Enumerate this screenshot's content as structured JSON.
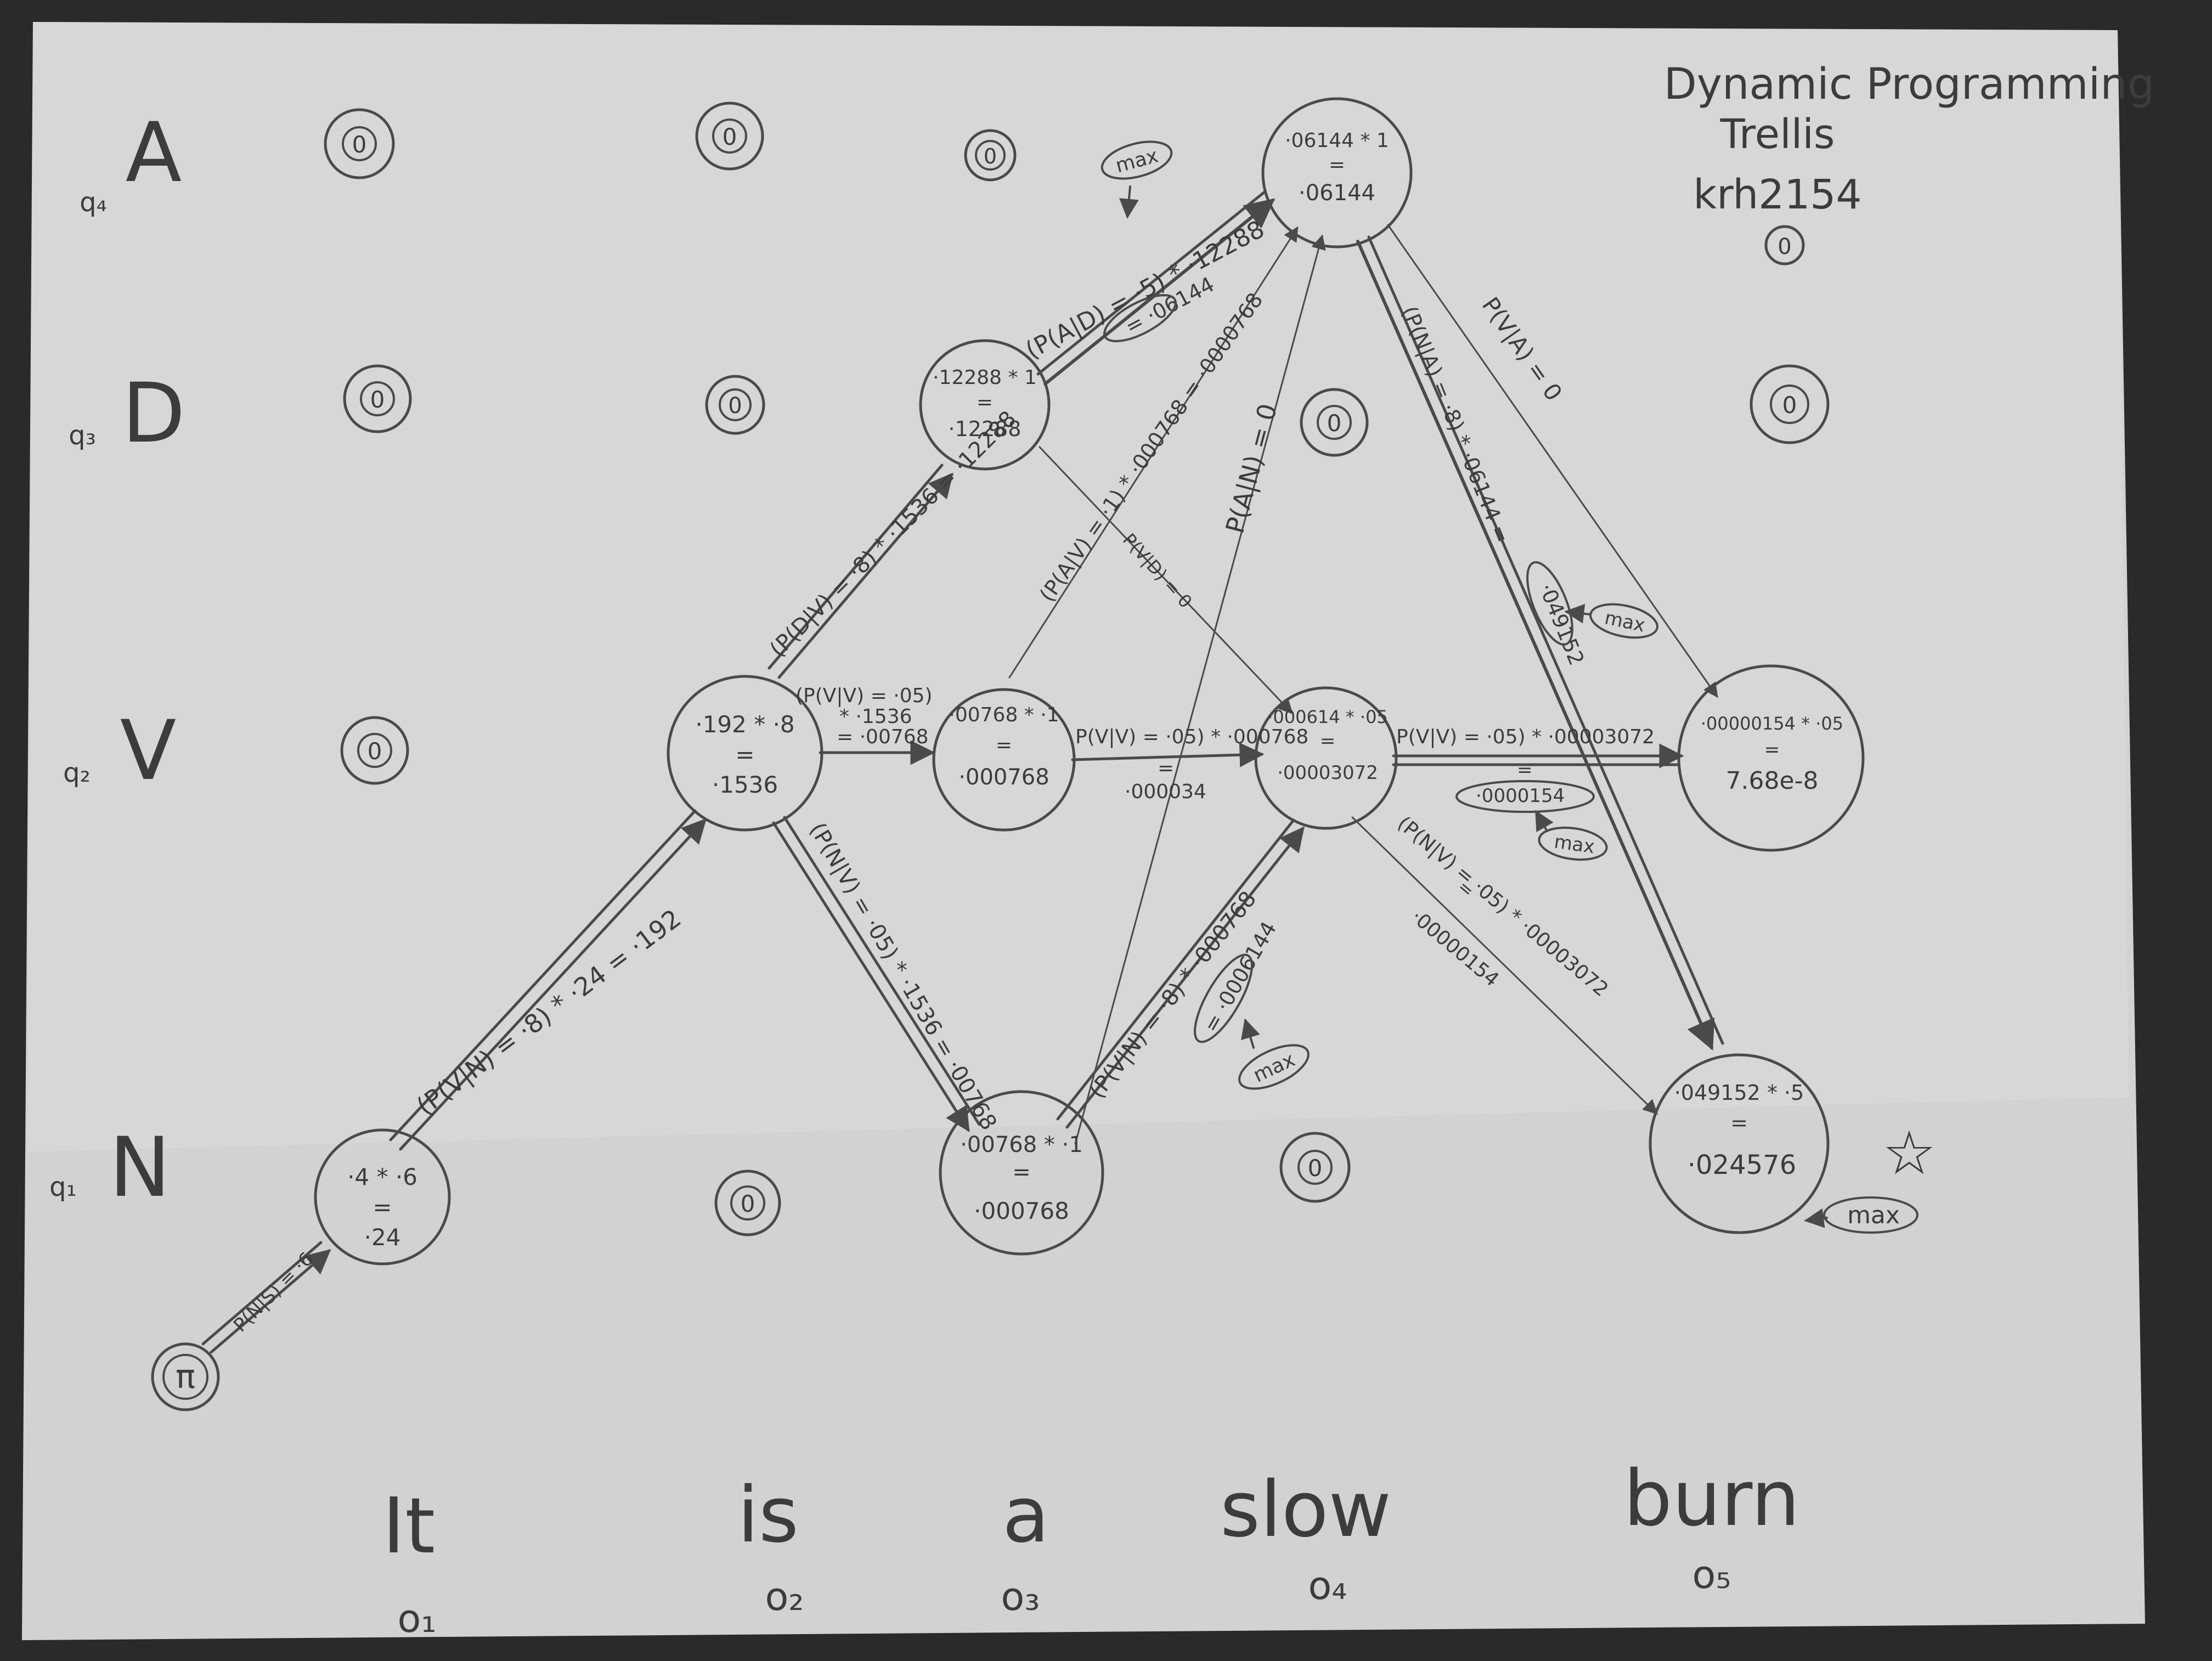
{
  "title": {
    "line1": "Dynamic Programming",
    "line2": "Trellis",
    "author": "krh2154",
    "marker": "0"
  },
  "states": [
    {
      "label": "A",
      "q": "q₄"
    },
    {
      "label": "D",
      "q": "q₃"
    },
    {
      "label": "V",
      "q": "q₂"
    },
    {
      "label": "N",
      "q": "q₁"
    }
  ],
  "observations": [
    {
      "word": "It",
      "o": "o₁"
    },
    {
      "word": "is",
      "o": "o₂"
    },
    {
      "word": "a",
      "o": "o₃"
    },
    {
      "word": "slow",
      "o": "o₄"
    },
    {
      "word": "burn",
      "o": "o₅"
    }
  ],
  "zero_label": "0",
  "pi_label": "π",
  "cells": {
    "n1": [
      "·4 * ·6",
      "=",
      "·24"
    ],
    "v2": [
      "·192 * ·8",
      "=",
      "·1536"
    ],
    "d3": [
      "·12288 * 1",
      "=",
      "·12288"
    ],
    "v3": [
      "·00768 * ·1",
      "=",
      "·000768"
    ],
    "n3": [
      "·00768 * ·1",
      "=",
      "·000768"
    ],
    "a4": [
      "·06144 * 1",
      "=",
      "·06144"
    ],
    "v4": [
      "·000614 * ·05",
      "=",
      "·00003072"
    ],
    "v5": [
      "·00000154 * ·05",
      "=",
      "7.68e-8"
    ],
    "n5": [
      "·049152 * ·5",
      "=",
      "·024576"
    ]
  },
  "edge_labels": {
    "pi_n": "P(N|S) = ·6",
    "n1_v2": "(P(V|N) = ·8) * ·24 = ·192",
    "v2_d3": "(P(D|V) = ·8) * ·1536 = ·12288",
    "v2_v3": [
      "(P(V|V) = ·05)",
      "* ·1536",
      "= ·00768"
    ],
    "v2_n3": "(P(N|V) = ·05) * ·1536 = ·00768",
    "d3_a4": "(P(A|D) = ·5) * ·12288",
    "d3_a4_result": "= ·06144",
    "v3_a4": "(P(A|V) = ·1) * ·000768 = ·0000768",
    "d3_v4": "P(V|D) = 0",
    "n3_a4": "P(A|N) = 0",
    "v3_v4": "P(V|V) = ·05) * ·000768",
    "v3_v4_result": [
      "=",
      "·000034"
    ],
    "n3_v4": "(P(V|N) = ·8) * ·000768",
    "n3_v4_result": "= ·0006144",
    "a4_n5": "(P(N|A) = ·8) * ·06144 =",
    "a4_n5_result": "·049152",
    "a4_v5": "P(V|A) = 0",
    "v4_v5": "P(V|V) = ·05) * ·00003072",
    "v4_v5_result": [
      "=",
      "·0000154"
    ],
    "v4_n5": "(P(N|V) = ·05) * ·00003072",
    "v4_n5_result": [
      "=",
      "·00000154"
    ]
  },
  "max_label": "max",
  "star": "☆"
}
